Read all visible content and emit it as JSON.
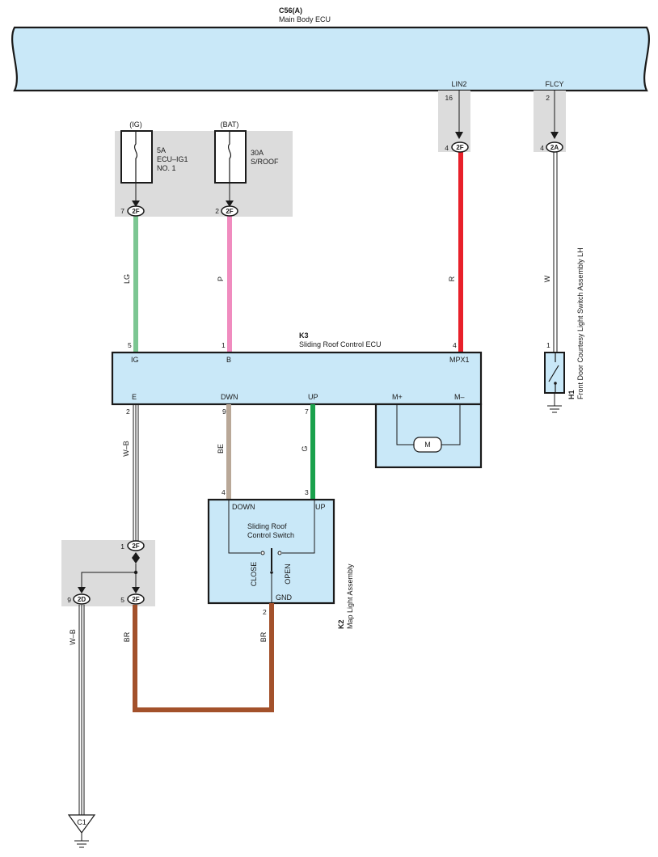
{
  "main_ecu": {
    "code": "C56(A)",
    "name": "Main Body ECU",
    "lin2": "LIN2",
    "flcy": "FLCY",
    "pin_lin2": "16",
    "pin_flcy": "2"
  },
  "fuse_ig": {
    "group": "(IG)",
    "amp": "5A",
    "name_line1": "ECU–IG1",
    "name_line2": "NO. 1"
  },
  "fuse_bat": {
    "group": "(BAT)",
    "amp": "30A",
    "name": "S/ROOF"
  },
  "connectors": {
    "ig_pin": "7",
    "ig_conn": "2F",
    "bat_pin": "2",
    "bat_conn": "2F",
    "lin_pin": "4",
    "lin_conn": "2F",
    "flcy_pin": "4",
    "flcy_conn": "2A",
    "j1_pin": "1",
    "j1_conn": "2F",
    "j9_pin": "9",
    "j9_conn": "2D",
    "j5_pin": "5",
    "j5_conn": "2F"
  },
  "wires": {
    "lg": "LG",
    "p": "P",
    "r": "R",
    "w": "W",
    "wb": "W–B",
    "be": "BE",
    "g": "G",
    "br": "BR",
    "wb2": "W–B",
    "br2": "BR"
  },
  "k3": {
    "code": "K3",
    "name": "Sliding Roof Control ECU",
    "ig": "IG",
    "b": "B",
    "mpx1": "MPX1",
    "e": "E",
    "dwn": "DWN",
    "up": "UP",
    "mplus": "M+",
    "mminus": "M–",
    "motor": "M",
    "pin_ig": "5",
    "pin_b": "1",
    "pin_mpx1": "4",
    "pin_e": "2",
    "pin_dwn": "9",
    "pin_up": "7"
  },
  "h1": {
    "code": "H1",
    "name": "Front Door Courtesy Light Switch Assembly LH",
    "pin": "1"
  },
  "k2": {
    "code": "K2",
    "name": "Map Light Assembly",
    "down": "DOWN",
    "up": "UP",
    "switch_line1": "Sliding Roof",
    "switch_line2": "Control Switch",
    "close": "CLOSE",
    "open": "OPEN",
    "gnd": "GND",
    "pin_down": "4",
    "pin_up": "3",
    "pin_gnd": "2"
  },
  "ground": {
    "code": "C1"
  },
  "colors": {
    "ecu_fill": "#c9e8f8",
    "junction_fill": "#dcdcdc",
    "lg": "#7cc692",
    "p": "#f08cbf",
    "r": "#e8202a",
    "be": "#b9a898",
    "g": "#1aa14c",
    "br": "#a3512b"
  }
}
